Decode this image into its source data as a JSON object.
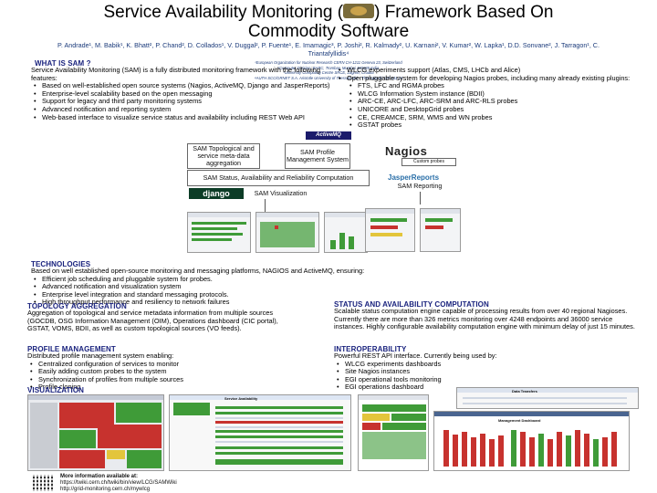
{
  "header": {
    "title_pre": "Service Availability Monitoring (",
    "title_post": ") Framework Based On",
    "title_line2": "Commodity Software",
    "authors": "P. Andrade¹, M. Babik¹, K. Bhatt², P. Chand², D. Collados¹, V. Duggal², P. Fuente¹, E. Imamagic³, P. Joshi², R. Kalmady², U. Karnani², V. Kumar², W. Lapka¹, D.D. Sonvane², J. Tarragon¹, C. Triantafyllidis⁴",
    "affiliations": [
      "¹European Organization for Nuclear Research CERN CH-1211 Geneva 23, Switzerland",
      "²Computer Division, BARC, Trombay, Mumbai 400085 India",
      "³University Computing Centre SRCE, Zagreb, Croatia",
      "⁴AUTH SCC/GRNET S.A. Aristotle University of Thessaloniki – Thessaloniki GR 541 24"
    ]
  },
  "what": {
    "heading": "WHAT IS SAM ?",
    "intro": "Service Availability Monitoring (SAM) is a fully distributed monitoring framework with the following features:",
    "bullets": [
      "Based on well-established open source systems (Nagios, ActiveMQ, Django and JasperReports)",
      "Enterprise-level scalability based on the open messaging",
      "Support for legacy and third party monitoring systems",
      "Advanced notification and reporting system",
      "Web-based interface to visualize service status and availability including REST Web API"
    ],
    "right_bullets": [
      "WLCG experiments support (Atlas, CMS, LHCb and Alice)",
      "Open pluggable system for developing Nagios probes, including many already existing plugins:"
    ],
    "sub_bullets": [
      "FTS, LFC and RGMA probes",
      "WLCG Information System instance (BDII)",
      "ARC-CE, ARC-LFC, ARC-SRM and ARC-RLS probes",
      "UNICORE and DesktopGrid probes",
      "CE, CREAMCE, SRM, WMS and WN probes",
      "GSTAT probes"
    ]
  },
  "diagram": {
    "activemq_logo": "ActiveMQ",
    "box_topology": "SAM Topological and service meta-data aggregation",
    "box_profile": "SAM Profile Management System",
    "nagios_logo": "Nagios",
    "custom_probes": "Custom probes",
    "box_status": "SAM Status, Availability and Reliability Computation",
    "jasper_logo": "JasperReports",
    "box_reporting": "SAM Reporting",
    "django_logo": "django",
    "box_visualization": "SAM Visualization"
  },
  "technologies": {
    "heading": "TECHNOLOGIES",
    "intro": "Based on well established open-source monitoring and messaging platforms, NAGIOS and ActiveMQ, ensuring:",
    "bullets": [
      "Efficient job scheduling and pluggable system for probes.",
      "Advanced notification and visualization system",
      "Enterprise level integration and standard messaging protocols.",
      "High throughput performance and resiliency to network failures"
    ]
  },
  "topology": {
    "heading": "TOPOLOGY AGGREGATION",
    "text": "Aggregation of topological and service metadata information from multiple sources (GOCDB, OSG Information Management (OIM), Operations dashboard (CIC portal), GSTAT, VOMS, BDII,  as well as custom topological sources (VO feeds)."
  },
  "status": {
    "heading": "STATUS AND AVAILABILITY COMPUTATION",
    "text": "Scalable status computation engine capable of processing results from over 40 regional Nagioses. Currently there are more than 326 metrics monitoring over 4248 endpoints and 36000 service instances. Highly configurable availability computation engine with minimum delay of just 15 minutes."
  },
  "profile": {
    "heading": "PROFILE MANAGEMENT",
    "intro": "Distributed profile management system enabling:",
    "bullets": [
      "Centralized configuration of services to monitor",
      "Easily adding custom probes to the system",
      "Synchronization of profiles from multiple sources",
      "Profile cloning"
    ]
  },
  "interop": {
    "heading": "INTEROPERABILITY",
    "intro": "Powerful REST API interface. Currently being used by:",
    "bullets": [
      "WLCG experiments dashboards",
      "Site Nagios instances",
      "EGI operational tools monitoring",
      "EGI operations dashboard"
    ]
  },
  "visualization": {
    "heading": "VISUALIZATION",
    "shot_labels": [
      "Service Availability",
      "Management Dashboard",
      "Data Transfers"
    ]
  },
  "footer": {
    "more_info": "More information available at:",
    "url1": "https://twiki.cern.ch/twiki/bin/view/LCG/SAMWiki",
    "url2": "http://grid-monitoring.cern.ch/mywlcg"
  },
  "colors": {
    "heading": "#1a237e",
    "authors": "#1a3a7a"
  }
}
